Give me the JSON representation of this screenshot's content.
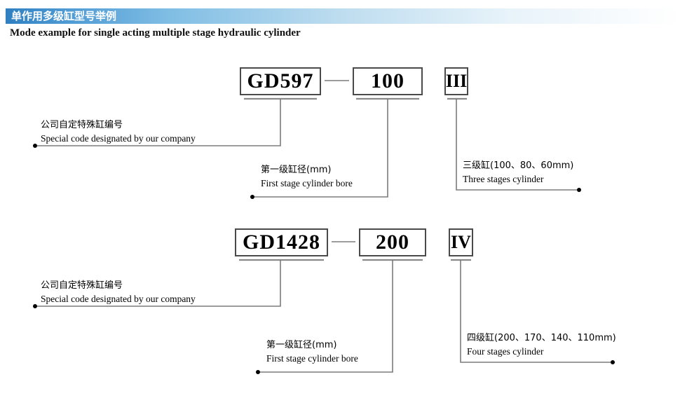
{
  "header": {
    "title_cn": "单作用多级缸型号举例",
    "subtitle_en": "Mode example for single acting multiple stage hydraulic cylinder",
    "bar_color_start": "#2f7fc1",
    "bar_color_end": "#ffffff",
    "title_color": "#ffffff"
  },
  "examples": [
    {
      "id": "example-1",
      "code_boxes": [
        {
          "name": "special-code-box",
          "value": "GD597"
        },
        {
          "name": "bore-size-box",
          "value": "100"
        },
        {
          "name": "stage-count-box",
          "value": "III"
        }
      ],
      "annotations": [
        {
          "name": "annotation-special-code",
          "cn": "公司自定特殊缸编号",
          "en": "Special code designated by our company"
        },
        {
          "name": "annotation-first-stage-bore",
          "cn": "第一级缸径(mm)",
          "en": "First stage cylinder bore"
        },
        {
          "name": "annotation-stage-count",
          "cn": "三级缸(100、80、60mm)",
          "en": "Three stages cylinder"
        }
      ]
    },
    {
      "id": "example-2",
      "code_boxes": [
        {
          "name": "special-code-box",
          "value": "GD1428"
        },
        {
          "name": "bore-size-box",
          "value": "200"
        },
        {
          "name": "stage-count-box",
          "value": "IV"
        }
      ],
      "annotations": [
        {
          "name": "annotation-special-code",
          "cn": "公司自定特殊缸编号",
          "en": "Special code designated by our company"
        },
        {
          "name": "annotation-first-stage-bore",
          "cn": "第一级缸径(mm)",
          "en": "First stage cylinder bore"
        },
        {
          "name": "annotation-stage-count",
          "cn": "四级缸(200、170、140、110mm)",
          "en": "Four stages cylinder"
        }
      ]
    }
  ],
  "connectors": {
    "dash_label": "—",
    "line_color": "#7b7b7b",
    "dot_color": "#000000"
  }
}
